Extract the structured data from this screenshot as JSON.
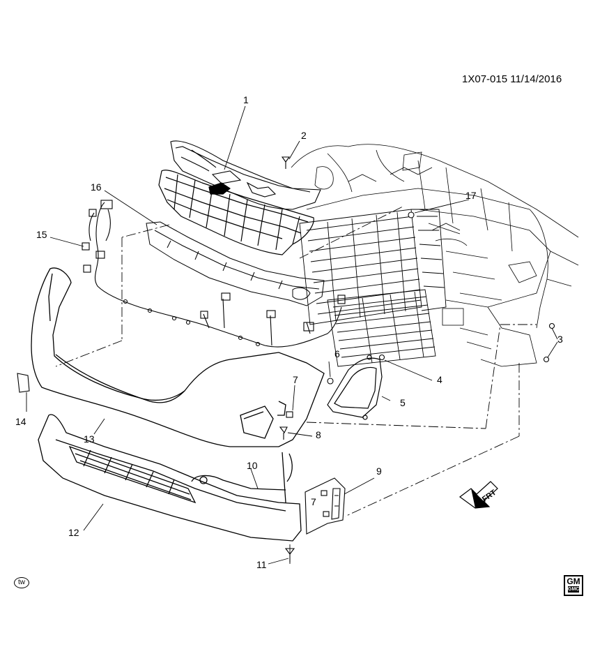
{
  "diagram": {
    "reference": "1X07-015 11/14/2016",
    "orientation_label": "FRT",
    "author_badge": "tw",
    "brand": {
      "top": "GM",
      "sub": "GMC"
    },
    "callouts": [
      "1",
      "2",
      "3",
      "4",
      "5",
      "6",
      "7",
      "8",
      "9",
      "10",
      "11",
      "12",
      "13",
      "14",
      "15",
      "16",
      "17",
      "7"
    ]
  }
}
